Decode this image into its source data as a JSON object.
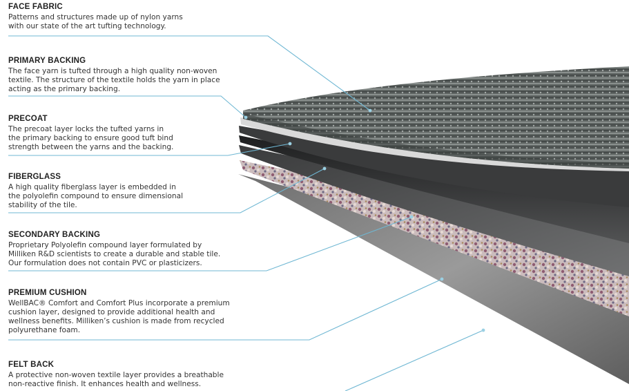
{
  "layers": [
    {
      "title": "FACE FABRIC",
      "desc": [
        "Patterns and structures made up of nylon yarns",
        "with our state of the art tufting technology."
      ]
    },
    {
      "title": "PRIMARY BACKING",
      "desc": [
        "The face yarn is tufted through a high quality non-woven",
        "textile. The structure of the textile holds the yarn in place",
        "acting as the primary backing."
      ]
    },
    {
      "title": "PRECOAT",
      "desc": [
        "The precoat layer locks the tufted yarns in",
        "the primary backing to ensure good tuft bind",
        "strength between the yarns and the backing."
      ]
    },
    {
      "title": "FIBERGLASS",
      "desc": [
        "A high quality fiberglass layer is embedded in",
        "the polyolefin compound to ensure dimensional",
        "stability of the tile."
      ]
    },
    {
      "title": "SECONDARY BACKING",
      "desc": [
        "Proprietary Polyolefin compound layer formulated by",
        "Milliken R&D scientists to create a durable and stable tile.",
        "Our formulation does not contain PVC or plasticizers."
      ]
    },
    {
      "title": "PREMIUM CUSHION",
      "desc": [
        "WellBAC® Comfort and Comfort Plus incorporate a premium",
        "cushion layer, designed to provide additional health and",
        "wellness benefits. Milliken’s cushion is made from recycled",
        "polyurethane foam."
      ]
    },
    {
      "title": "FELT BACK",
      "desc": [
        "A protective non-woven textile layer provides a breathable",
        "non-reactive finish. It enhances health and wellness."
      ]
    }
  ],
  "colors": {
    "leader": "#6fb7d3",
    "fabric": "#5c6260",
    "dark_layer": "#2f3031",
    "cushion": "#b9a7a9",
    "felt": "#8a8a8a"
  }
}
